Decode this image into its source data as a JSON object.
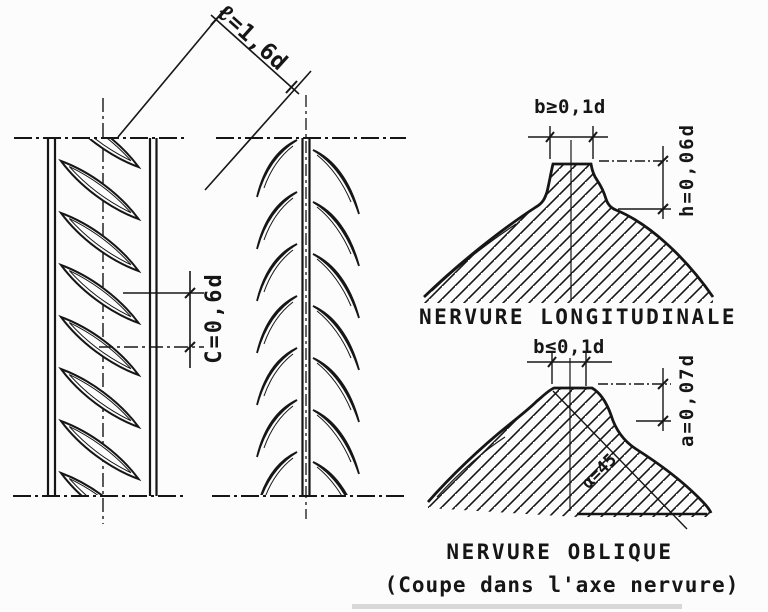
{
  "figure": {
    "background": "#fcfcfc",
    "ink": "#161616",
    "elevation": {
      "dim_rib_length": "ℓ=1,6d",
      "dim_rib_spacing": "C=0,6d"
    },
    "section_longitudinal": {
      "dim_width": "b≥0,1d",
      "dim_height": "h=0,06d",
      "caption": "NERVURE LONGITUDINALE"
    },
    "section_oblique": {
      "dim_width": "b≤0,1d",
      "dim_height": "a=0,07d",
      "dim_angle": "α=45",
      "caption": "NERVURE OBLIQUE",
      "note": "(Coupe dans l'axe nervure)"
    }
  }
}
